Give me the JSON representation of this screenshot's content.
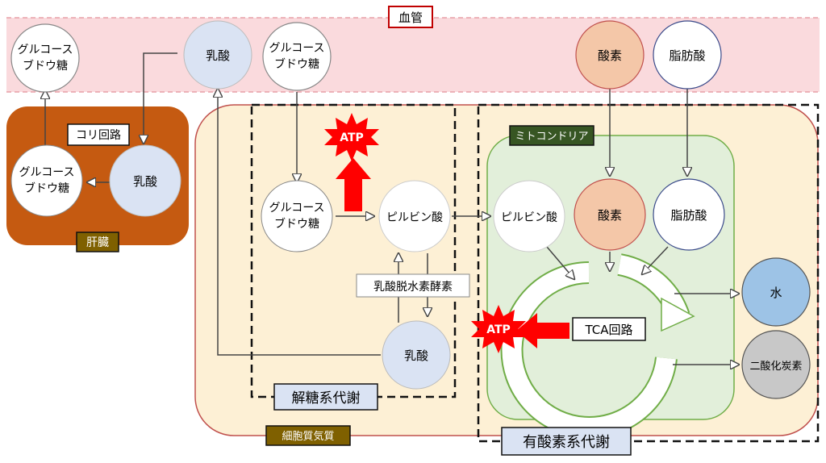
{
  "labels": {
    "blood_vessel": "血管",
    "liver": "肝臓",
    "cori_cycle": "コリ回路",
    "cytoplasm": "細胞質気質",
    "mitochondria": "ミトコンドリア",
    "glycolysis": "解糖系代謝",
    "aerobic": "有酸素系代謝",
    "ldh": "乳酸脱水素酵素",
    "tca": "TCA回路"
  },
  "nodes": {
    "glucose_1": "グルコース|ブドウ糖",
    "lactate_blood": "乳酸",
    "glucose_blood": "グルコース|ブドウ糖",
    "oxygen_blood": "酸素",
    "fatty_acid_blood": "脂肪酸",
    "glucose_liver": "グルコース|ブドウ糖",
    "lactate_liver": "乳酸",
    "glucose_cell": "グルコース|ブドウ糖",
    "pyruvate_cell": "ピルビン酸",
    "lactate_cell": "乳酸",
    "pyruvate_mito": "ピルビン酸",
    "oxygen_mito": "酸素",
    "fatty_acid_mito": "脂肪酸",
    "water": "水",
    "co2": "二酸化炭素"
  },
  "atp": {
    "label": "ATP"
  },
  "colors": {
    "vessel_fill": "#fadadd",
    "vessel_line": "#e8a0a8",
    "liver_fill": "#c55a11",
    "cell_fill": "#fdf0d5",
    "cell_border": "#c0504d",
    "mito_fill": "#e2efda",
    "mito_border": "#70ad47",
    "mito_label_fill": "#375623",
    "label_dark_fill": "#7f6000",
    "blue_node": "#dae3f3",
    "oxygen_node": "#f4c7a8",
    "water_node": "#9dc3e6",
    "co2_node": "#c8c8c8",
    "atp_red": "#ff0000",
    "vessel_label_border": "#c00000"
  }
}
